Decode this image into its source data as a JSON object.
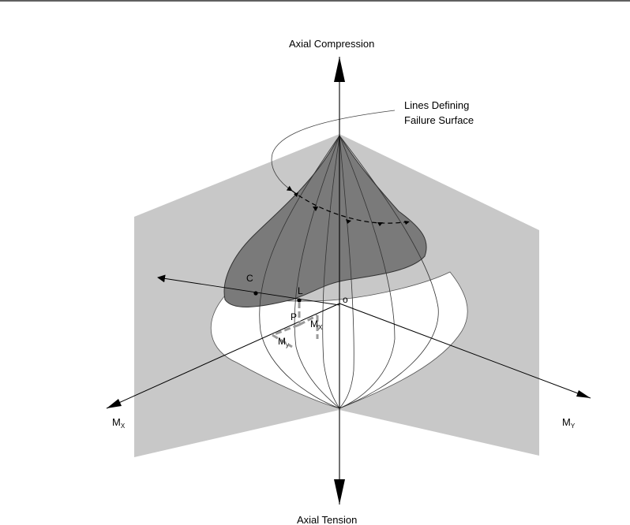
{
  "labels": {
    "axial_compression": "Axial Compression",
    "axial_tension": "Axial Tension",
    "lines_defining_line1": "Lines Defining",
    "lines_defining_line2": "Failure Surface",
    "mx_main": "M",
    "mx_main_sub": "X",
    "my_main": "M",
    "my_main_sub": "Y",
    "point_c": "C",
    "point_l": "L",
    "point_o": "o",
    "point_p": "P",
    "mx_small": "M",
    "mx_small_sub": "X",
    "my_small": "M",
    "my_small_sub": "y"
  }
}
